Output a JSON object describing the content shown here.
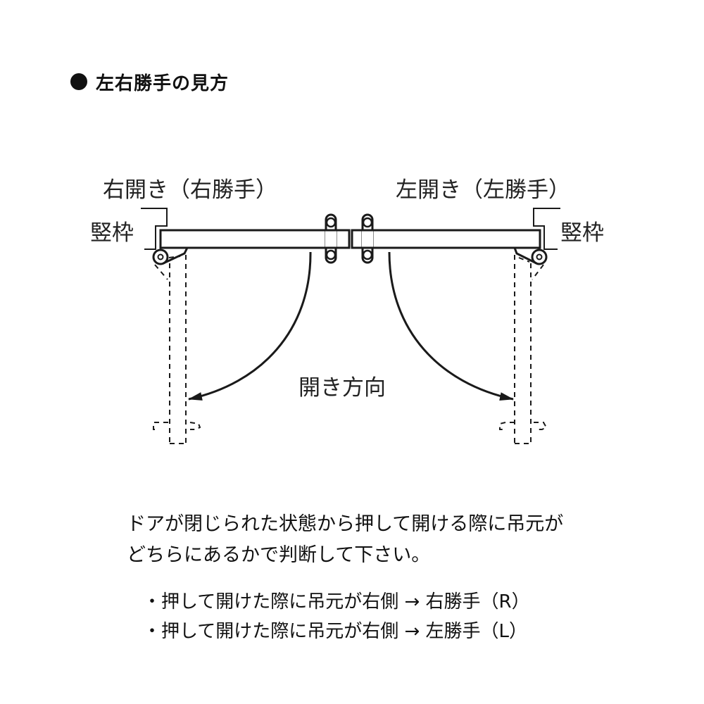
{
  "heading": {
    "icon": "filled-circle-bullet",
    "title": "左右勝手の見方"
  },
  "diagram": {
    "right_hand": {
      "title": "右開き（右勝手）",
      "frame_label": "竪枠"
    },
    "left_hand": {
      "title": "左開き（左勝手）",
      "frame_label": "竪枠"
    },
    "direction_label": "開き方向",
    "colors": {
      "line": "#1a1a1a",
      "background": "#ffffff"
    }
  },
  "description": {
    "line1": "ドアが閉じられた状態から押して開ける際に吊元が",
    "line2": "どちらにあるかで判断して下さい。"
  },
  "rules": [
    {
      "text": "・押して開けた際に吊元が右側 → 右勝手（R）"
    },
    {
      "text": "・押して開けた際に吊元が右側 → 左勝手（L）"
    }
  ]
}
